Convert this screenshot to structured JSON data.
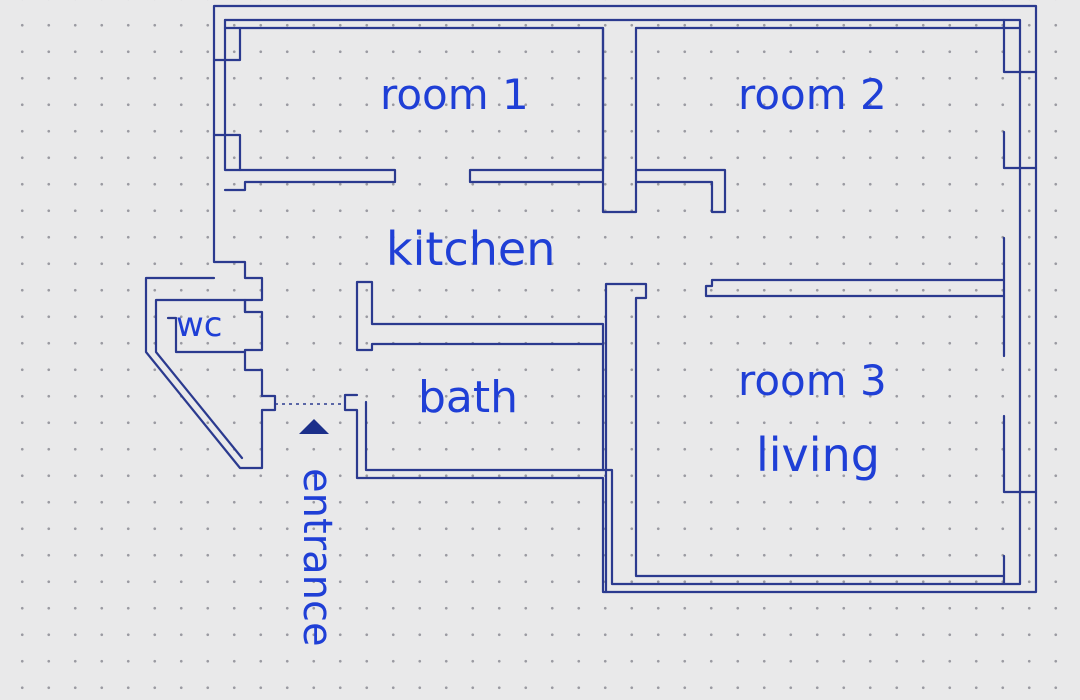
{
  "rooms": {
    "room1": "room 1",
    "room2": "room 2",
    "kitchen": "kitchen",
    "wc": "wc",
    "bath": "bath",
    "room3": "room 3",
    "living": "living",
    "entrance": "entrance"
  },
  "colors": {
    "ink_text": "#1f3fd6",
    "ink_walls": "#2b3a8f",
    "paper": "#e9e9ea"
  }
}
